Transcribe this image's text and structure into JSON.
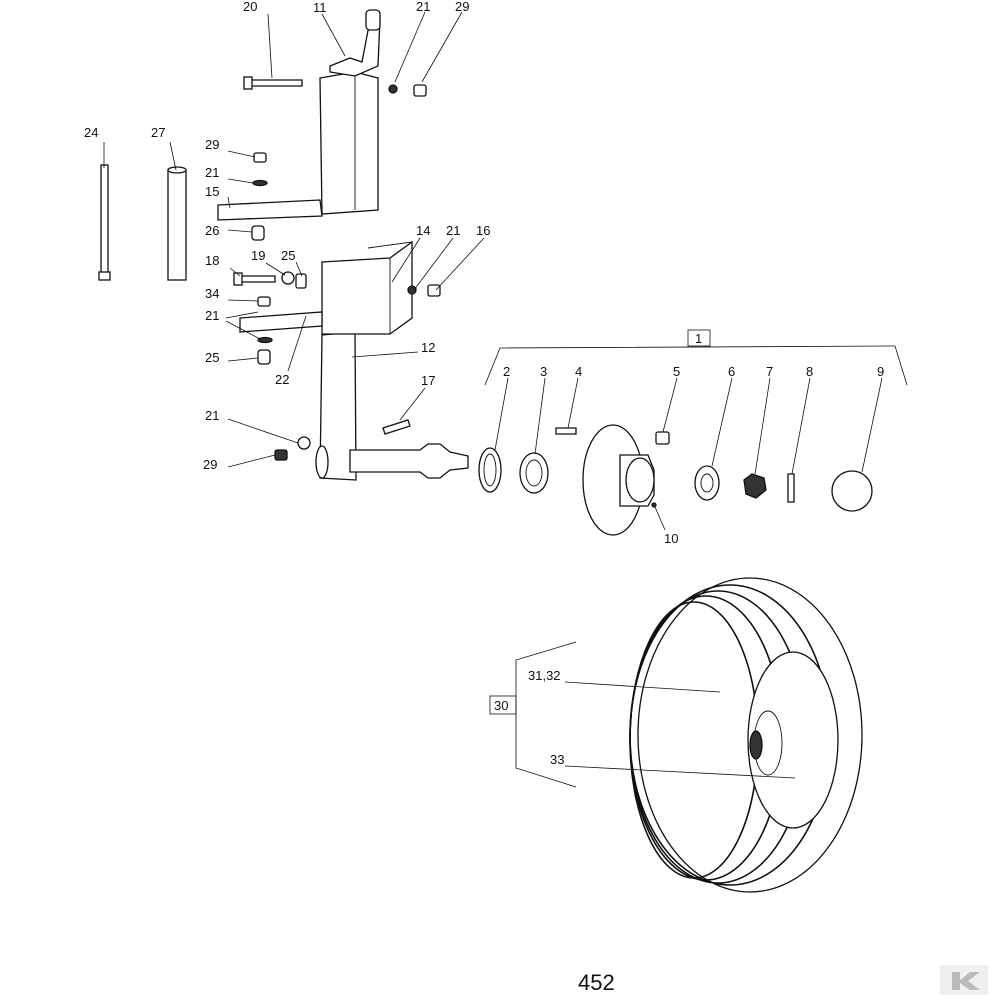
{
  "page_number": "452",
  "callouts": {
    "p1": "1",
    "p2": "2",
    "p3": "3",
    "p4": "4",
    "p5": "5",
    "p6": "6",
    "p7": "7",
    "p8": "8",
    "p9": "9",
    "p10": "10",
    "p11": "11",
    "p12": "12",
    "p14": "14",
    "p15": "15",
    "p16": "16",
    "p17": "17",
    "p18": "18",
    "p19": "19",
    "p20": "20",
    "p21a": "21",
    "p21b": "21",
    "p21c": "21",
    "p21d": "21",
    "p21e": "21",
    "p22": "22",
    "p24": "24",
    "p25a": "25",
    "p25b": "25",
    "p26": "26",
    "p27": "27",
    "p29a": "29",
    "p29b": "29",
    "p29c": "29",
    "p30": "30",
    "p31_32": "31,32",
    "p33": "33",
    "p34": "34"
  }
}
